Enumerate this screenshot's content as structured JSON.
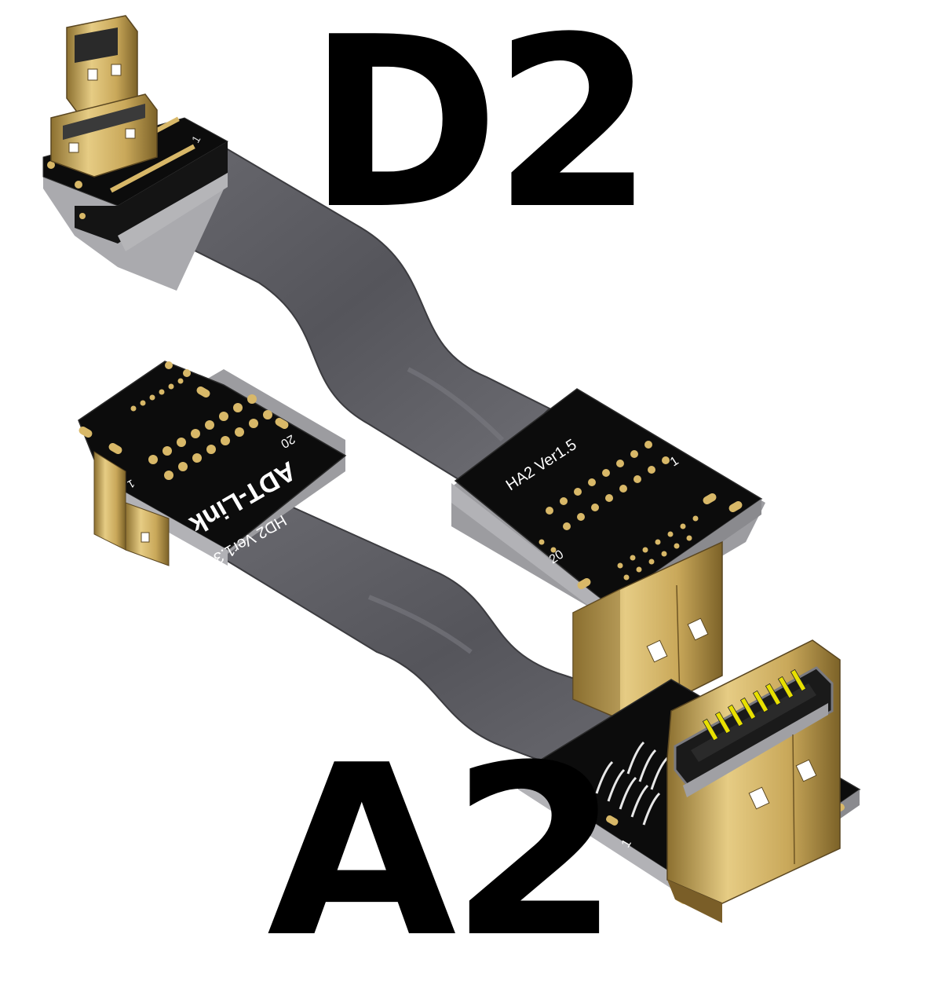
{
  "labels": {
    "top": "D2",
    "bottom": "A2"
  },
  "pcb": {
    "upper_board": {
      "model": "HA2 Ver1.5",
      "pin_first": "1",
      "pin_last": "20"
    },
    "lower_board": {
      "brand": "ADT-Link",
      "model": "HD2 Ver1.3",
      "pin_first": "1",
      "pin_last": "20"
    },
    "top_small_board": {
      "pin_first": "1"
    },
    "bottom_right_board": {
      "pin_first": "1"
    }
  },
  "colors": {
    "ribbon": "#5c5c62",
    "ribbon_dark": "#44444a",
    "pcb": "#0c0c0c",
    "gold": "#d9b96a",
    "gold_dark": "#9a7d3a",
    "steel": "#b9b9bd",
    "pin_yellow": "#e8e000"
  }
}
